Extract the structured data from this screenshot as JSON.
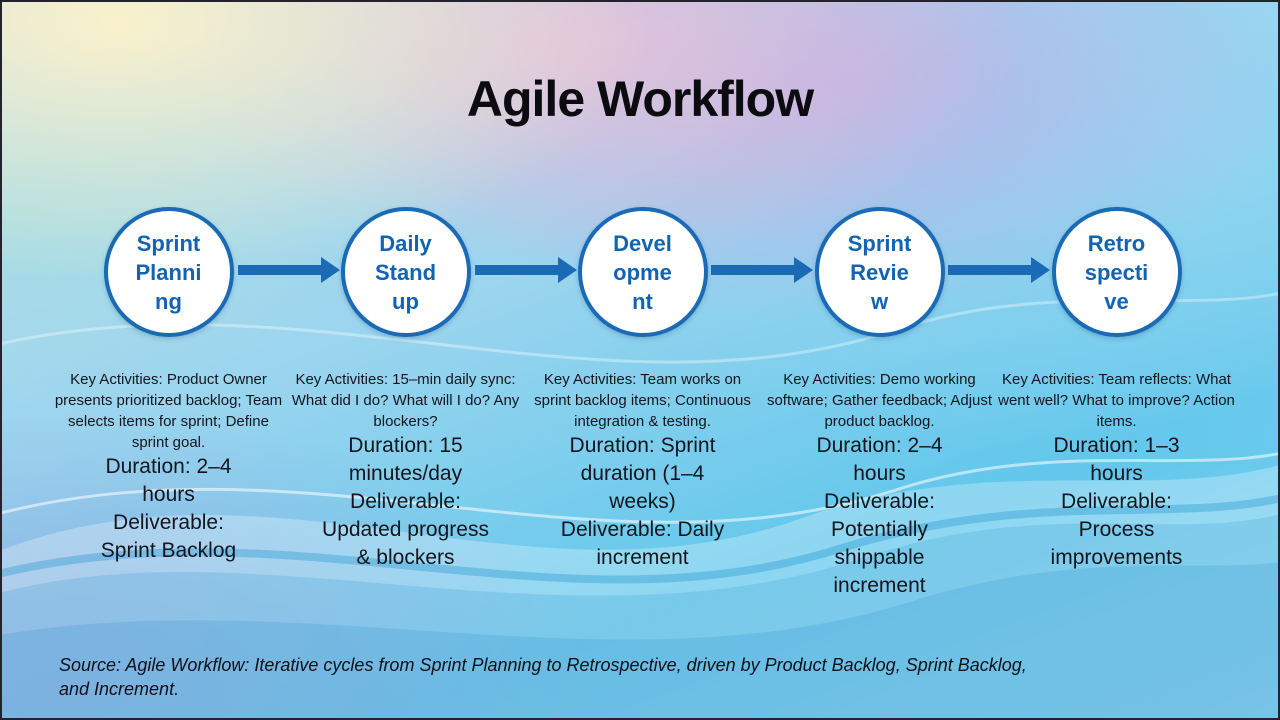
{
  "title": "Agile Workflow",
  "colors": {
    "accent": "#1a6ab5",
    "node-fill": "#ffffff",
    "node-text": "#1263b2",
    "body-text": "#15151d"
  },
  "stages": [
    {
      "name": "Sprint Planning",
      "label_lines": [
        "Sprint",
        "Planni",
        "ng"
      ],
      "activities": "Key Activities: Product Owner presents prioritized backlog; Team selects items for sprint; Define sprint goal.",
      "duration": "Duration: 2–4 hours",
      "deliverable": "Deliverable: Sprint Backlog"
    },
    {
      "name": "Daily Standup",
      "label_lines": [
        "Daily",
        "Stand",
        "up"
      ],
      "activities": "Key Activities: 15–min daily sync: What did I do? What will I do? Any blockers?",
      "duration": "Duration: 15 minutes/day",
      "deliverable": "Deliverable: Updated progress & blockers"
    },
    {
      "name": "Development",
      "label_lines": [
        "Devel",
        "opme",
        "nt"
      ],
      "activities": "Key Activities: Team works on sprint backlog items; Continuous integration & testing.",
      "duration": "Duration: Sprint duration (1–4 weeks)",
      "deliverable": "Deliverable: Daily increment"
    },
    {
      "name": "Sprint Review",
      "label_lines": [
        "Sprint",
        "Revie",
        "w"
      ],
      "activities": "Key Activities: Demo working software; Gather feedback; Adjust product backlog.",
      "duration": "Duration: 2–4 hours",
      "deliverable": "Deliverable: Potentially shippable increment"
    },
    {
      "name": "Retrospective",
      "label_lines": [
        "Retro",
        "specti",
        "ve"
      ],
      "activities": "Key Activities: Team reflects: What went well? What to improve? Action items.",
      "duration": "Duration: 1–3 hours",
      "deliverable": "Deliverable: Process improvements"
    }
  ],
  "source_note": "Source: Agile Workflow: Iterative cycles from Sprint Planning to Retrospective, driven by Product Backlog, Sprint Backlog, and Increment."
}
